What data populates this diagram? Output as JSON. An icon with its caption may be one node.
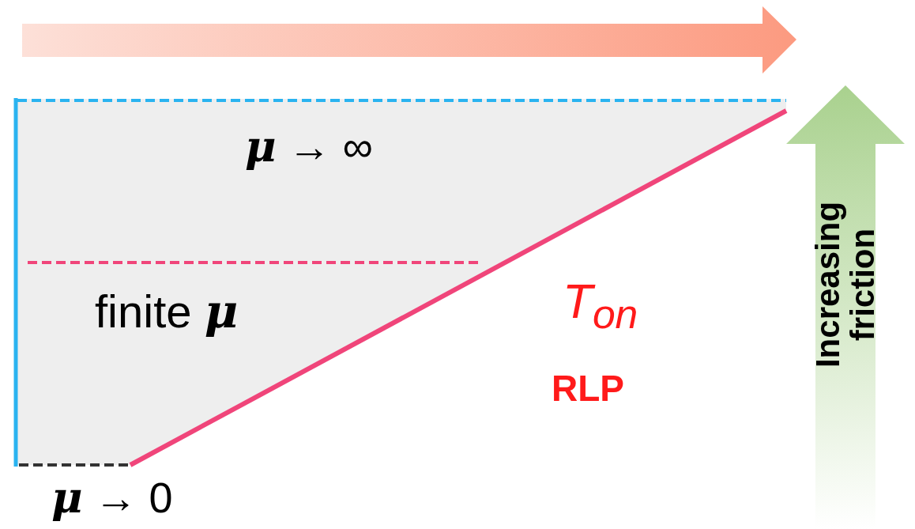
{
  "diagram": {
    "labels": [
      "**μ** → ∞",
      "finite **μ**",
      "*T*$_{on}$",
      "RLP",
      "**μ** → 0",
      "Increasing friction"
    ]
  }
}
